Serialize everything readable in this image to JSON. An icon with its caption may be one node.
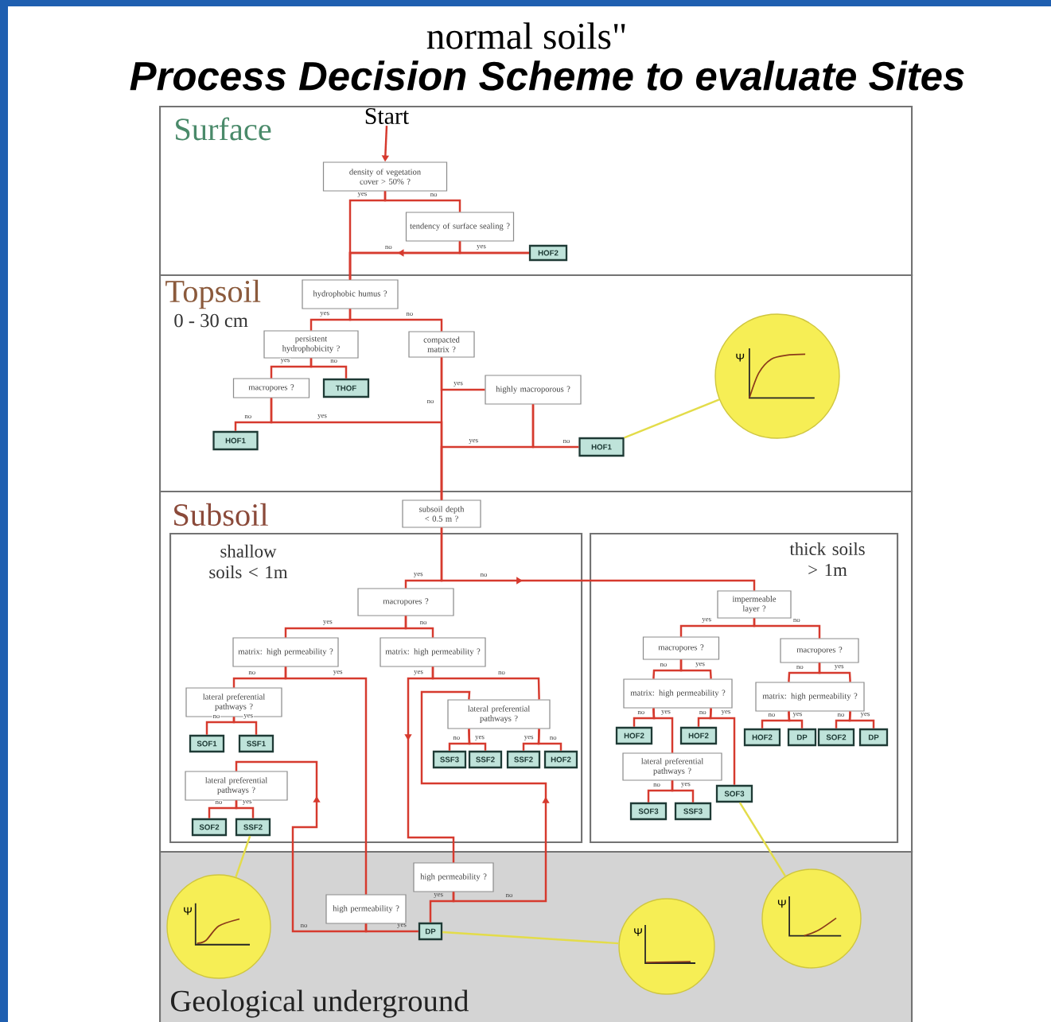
{
  "diagram": {
    "title": "Process Decision Scheme to evaluate Sites",
    "labels": [
      "normal soils\""
    ],
    "nodes": [
      {
        "text": [
          "Surface"
        ]
      },
      {
        "text": [
          "Topsoil",
          "0 - 30 cm"
        ]
      },
      {
        "text": [
          "Subsoil"
        ]
      },
      {
        "text": [
          "shallow soils < 1m"
        ],
        "in": 2
      },
      {
        "text": [
          "thick soils > 1m"
        ],
        "in": 2
      },
      {
        "text": [
          "Geological underground"
        ]
      },
      {
        "text": [
          "Start"
        ],
        "in": 0
      },
      {
        "text": [
          "density of vegetation cover > 50% ?"
        ],
        "in": 0
      },
      {
        "text": [
          "tendency of surface sealing ?"
        ],
        "in": 0
      },
      {
        "text": [
          "HOF2"
        ],
        "in": 0
      },
      {
        "text": [
          "hydrophobic humus ?"
        ],
        "in": 1
      },
      {
        "text": [
          "persistent hydrophobicity ?"
        ],
        "in": 1
      },
      {
        "text": [
          "compacted matrix ?"
        ],
        "in": 1
      },
      {
        "text": [
          "macropores ?"
        ],
        "in": 1
      },
      {
        "text": [
          "THOF"
        ],
        "in": 1
      },
      {
        "text": [
          "highly macroporous ?"
        ],
        "in": 1
      },
      {
        "text": [
          "HOF1"
        ],
        "in": 1
      },
      {
        "text": [
          "HOF1"
        ],
        "in": 1
      },
      {
        "text": [
          "subsoil depth < 0.5 m ?"
        ],
        "in": 2
      },
      {
        "text": [
          "macropores ?"
        ],
        "in": 3
      },
      {
        "text": [
          "matrix: high permeability ?"
        ],
        "in": 3
      },
      {
        "text": [
          "matrix: high permeability ?"
        ],
        "in": 3
      },
      {
        "text": [
          "lateral preferential pathways ?"
        ],
        "in": 3
      },
      {
        "text": [
          "SOF1"
        ],
        "in": 3
      },
      {
        "text": [
          "SSF1"
        ],
        "in": 3
      },
      {
        "text": [
          "lateral preferential pathways ?"
        ],
        "in": 3
      },
      {
        "text": [
          "SOF2"
        ],
        "in": 3
      },
      {
        "text": [
          "SSF2"
        ],
        "in": 3
      },
      {
        "text": [
          "lateral preferential pathways ?"
        ],
        "in": 3
      },
      {
        "text": [
          "SSF3"
        ],
        "in": 3
      },
      {
        "text": [
          "SSF2"
        ],
        "in": 3
      },
      {
        "text": [
          "SSF2"
        ],
        "in": 3
      },
      {
        "text": [
          "HOF2"
        ],
        "in": 3
      },
      {
        "text": [
          "impermeable layer ?"
        ],
        "in": 4
      },
      {
        "text": [
          "macropores ?"
        ],
        "in": 4
      },
      {
        "text": [
          "macropores ?"
        ],
        "in": 4
      },
      {
        "text": [
          "matrix: high permeability ?"
        ],
        "in": 4
      },
      {
        "text": [
          "matrix: high permeability ?"
        ],
        "in": 4
      },
      {
        "text": [
          "HOF2"
        ],
        "in": 4
      },
      {
        "text": [
          "HOF2"
        ],
        "in": 4
      },
      {
        "text": [
          "lateral preferential pathways ?"
        ],
        "in": 4
      },
      {
        "text": [
          "SOF3"
        ],
        "in": 4
      },
      {
        "text": [
          "SOF3"
        ],
        "in": 4
      },
      {
        "text": [
          "SSF3"
        ],
        "in": 4
      },
      {
        "text": [
          "HOF2"
        ],
        "in": 4
      },
      {
        "text": [
          "DP"
        ],
        "in": 4
      },
      {
        "text": [
          "SOF2"
        ],
        "in": 4
      },
      {
        "text": [
          "DP"
        ],
        "in": 4
      },
      {
        "text": [
          "high permeability ?"
        ],
        "in": 5
      },
      {
        "text": [
          "high permeability ?"
        ],
        "in": 5
      },
      {
        "text": [
          "DP"
        ],
        "in": 5
      },
      {
        "text": [
          "Ψ"
        ],
        "in": 1
      },
      {
        "text": [
          "Ψ"
        ],
        "in": 5
      },
      {
        "text": [
          "Ψ"
        ],
        "in": 5
      },
      {
        "text": [
          "Ψ"
        ],
        "in": 5
      }
    ],
    "edges": [
      {
        "from": 6,
        "to": 7,
        "arrow": "to"
      },
      {
        "from": 7,
        "to": 10,
        "arrow": "none",
        "label": "yes"
      },
      {
        "from": 7,
        "to": 8,
        "arrow": "none",
        "label": "no"
      },
      {
        "from": 8,
        "to": 10,
        "arrow": "none",
        "label": "no"
      },
      {
        "from": 8,
        "to": 9,
        "arrow": "none",
        "label": "yes"
      },
      {
        "from": 9,
        "to": 10,
        "arrow": "to"
      },
      {
        "from": 10,
        "to": 11,
        "arrow": "none",
        "label": "yes"
      },
      {
        "from": 10,
        "to": 12,
        "arrow": "none",
        "label": "no"
      },
      {
        "from": 11,
        "to": 13,
        "arrow": "none",
        "label": "yes"
      },
      {
        "from": 11,
        "to": 14,
        "arrow": "none",
        "label": "no"
      },
      {
        "from": 13,
        "to": 16,
        "arrow": "none",
        "label": "no"
      },
      {
        "from": 13,
        "to": 18,
        "arrow": "none",
        "label": "yes"
      },
      {
        "from": 12,
        "to": 15,
        "arrow": "none",
        "label": "yes"
      },
      {
        "from": 12,
        "to": 18,
        "arrow": "none",
        "label": "no"
      },
      {
        "from": 15,
        "to": 18,
        "arrow": "none",
        "label": "yes"
      },
      {
        "from": 15,
        "to": 17,
        "arrow": "none",
        "label": "no"
      },
      {
        "from": 18,
        "to": 19,
        "arrow": "none",
        "label": "yes"
      },
      {
        "from": 18,
        "to": 33,
        "arrow": "to",
        "label": "no"
      },
      {
        "from": 19,
        "to": 20,
        "arrow": "none",
        "label": "yes"
      },
      {
        "from": 19,
        "to": 21,
        "arrow": "none",
        "label": "no"
      },
      {
        "from": 20,
        "to": 22,
        "arrow": "none",
        "label": "no"
      },
      {
        "from": 20,
        "to": 49,
        "arrow": "none",
        "label": "yes"
      },
      {
        "from": 22,
        "to": 23,
        "arrow": "none",
        "label": "no"
      },
      {
        "from": 22,
        "to": 24,
        "arrow": "none",
        "label": "yes"
      },
      {
        "from": 25,
        "to": 26,
        "arrow": "none",
        "label": "no"
      },
      {
        "from": 25,
        "to": 27,
        "arrow": "none",
        "label": "yes"
      },
      {
        "from": 21,
        "to": 48,
        "arrow": "to",
        "label": "yes"
      },
      {
        "from": 21,
        "to": 28,
        "arrow": "none",
        "label": "no"
      },
      {
        "from": 48,
        "to": 28,
        "arrow": "to",
        "label": "no"
      },
      {
        "from": 48,
        "to": 50,
        "arrow": "none",
        "label": "yes"
      },
      {
        "from": 49,
        "to": 50,
        "arrow": "none",
        "label": "yes"
      },
      {
        "from": 49,
        "to": 25,
        "arrow": "to",
        "label": "no"
      },
      {
        "from": 33,
        "to": 34,
        "arrow": "none",
        "label": "yes"
      },
      {
        "from": 33,
        "to": 35,
        "arrow": "none",
        "label": "no"
      },
      {
        "from": 34,
        "to": 36,
        "arrow": "none",
        "label": "no"
      },
      {
        "from": 34,
        "to": 36,
        "arrow": "none",
        "label": "yes"
      },
      {
        "from": 36,
        "to": 38,
        "arrow": "none",
        "label": "no"
      },
      {
        "from": 36,
        "to": 40,
        "arrow": "none",
        "label": "yes"
      },
      {
        "from": 36,
        "to": 39,
        "arrow": "none",
        "label": "no"
      },
      {
        "from": 36,
        "to": 41,
        "arrow": "none",
        "label": "yes"
      },
      {
        "from": 40,
        "to": 42,
        "arrow": "none",
        "label": "no"
      },
      {
        "from": 40,
        "to": 43,
        "arrow": "none",
        "label": "yes"
      },
      {
        "from": 35,
        "to": 37,
        "arrow": "none",
        "label": "no"
      },
      {
        "from": 35,
        "to": 37,
        "arrow": "none",
        "label": "yes"
      },
      {
        "from": 37,
        "to": 44,
        "arrow": "none",
        "label": "no"
      },
      {
        "from": 37,
        "to": 45,
        "arrow": "none",
        "label": "yes"
      },
      {
        "from": 37,
        "to": 46,
        "arrow": "none",
        "label": "no"
      },
      {
        "from": 37,
        "to": 47,
        "arrow": "none",
        "label": "yes"
      },
      {
        "from": 28,
        "to": 29,
        "arrow": "none",
        "label": "no"
      },
      {
        "from": 28,
        "to": 30,
        "arrow": "none",
        "label": "yes"
      },
      {
        "from": 28,
        "to": 31,
        "arrow": "none",
        "label": "yes"
      },
      {
        "from": 28,
        "to": 32,
        "arrow": "none",
        "label": "no"
      },
      {
        "from": 51,
        "to": 17,
        "arrow": "none",
        "color": "#e3dc4a"
      },
      {
        "from": 52,
        "to": 27,
        "arrow": "none",
        "color": "#e3dc4a"
      },
      {
        "from": 53,
        "to": 50,
        "arrow": "none",
        "color": "#e3dc4a"
      },
      {
        "from": 54,
        "to": 41,
        "arrow": "none",
        "color": "#e3dc4a"
      }
    ]
  }
}
